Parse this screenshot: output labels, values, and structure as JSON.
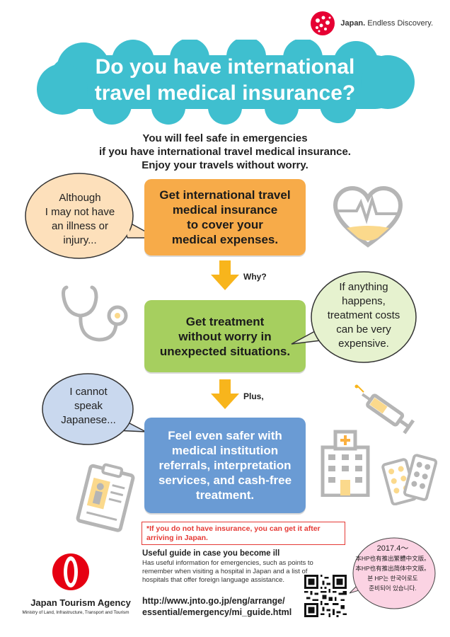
{
  "brand": {
    "name": "Japan.",
    "slogan": "Endless Discovery."
  },
  "title": {
    "line1": "Do you have international",
    "line2": "travel medical insurance?"
  },
  "intro": {
    "line1": "You will feel safe in emergencies",
    "line2": "if you have international travel medical insurance.",
    "line3": "Enjoy your travels without worry."
  },
  "steps": [
    {
      "lines": [
        "Get international travel",
        "medical insurance",
        "to cover your",
        "medical expenses."
      ]
    },
    {
      "lines": [
        "Get treatment",
        "without worry in",
        "unexpected situations."
      ]
    },
    {
      "lines": [
        "Feel even safer with",
        "medical institution",
        "referrals, interpretation",
        "services, and cash-free",
        "treatment."
      ]
    }
  ],
  "arrows": {
    "why": "Why?",
    "plus": "Plus,"
  },
  "bubbles": {
    "illness": [
      "Although",
      "I may not have",
      "an illness or",
      "injury..."
    ],
    "costs": [
      "If anything",
      "happens,",
      "treatment costs",
      "can be very",
      "expensive."
    ],
    "language": [
      "I cannot",
      "speak",
      "Japanese..."
    ]
  },
  "colors": {
    "title_cloud": "#3fbfcf",
    "step1": "#f7ab49",
    "step2": "#a6cf5f",
    "step3": "#6a9bd4",
    "bubble_orange": "#fde0bb",
    "bubble_green": "#e6f2cf",
    "bubble_blue": "#c9d8ee",
    "arrow": "#f8b51c",
    "note_red": "#e53935",
    "pink": "#fbd3e3"
  },
  "note": "*If you do not have insurance, you can get it after arriving in Japan.",
  "guide": {
    "title": "Useful guide in case you become ill",
    "description": "Has useful information for emergencies, such as points to remember when visiting a hospital in Japan and a list of hospitals that offer foreign language assistance.",
    "url_line1": "http://www.jnto.go.jp/eng/arrange/",
    "url_line2": "essential/emergency/mi_guide.html"
  },
  "languages": {
    "date": "2017.4～",
    "traditional": "本HP也有推出繁體中文版。",
    "simplified": "本HP也有推出简体中文版。",
    "korean1": "본 HP는 한국어로도",
    "korean2": "준비되어 있습니다."
  },
  "agency": {
    "name": "Japan Tourism Agency",
    "ministry": "Ministry of Land, Infrastructure, Transport and Tourism"
  },
  "icons": [
    "heart-monitor-icon",
    "stethoscope-icon",
    "syringe-icon",
    "hospital-icon",
    "pills-icon",
    "clipboard-icon",
    "qr-code-icon"
  ]
}
